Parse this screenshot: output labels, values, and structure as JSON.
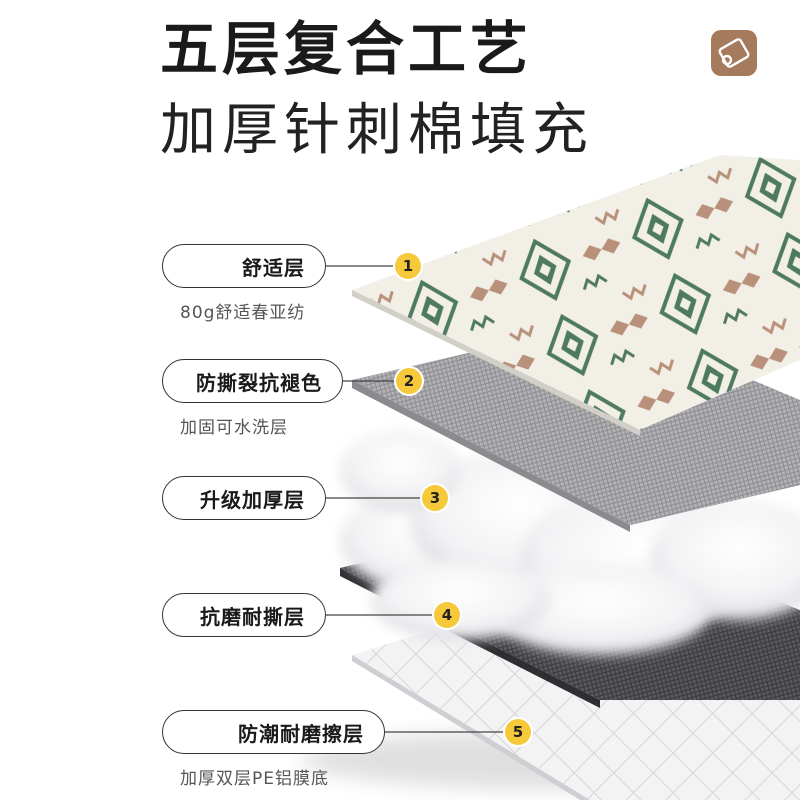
{
  "header": {
    "title": "五层复合工艺",
    "subtitle": "加厚针刺棉填充"
  },
  "icons": {
    "corner": "rolled-mat-icon"
  },
  "colors": {
    "badge": "#f5c93a",
    "icon_bg": "#a67a5c",
    "pattern_green": "#4f7a62",
    "pattern_tan": "#b9917a"
  },
  "layers": [
    {
      "num": "1",
      "label": "舒适层",
      "desc": "80g舒适春亚纺"
    },
    {
      "num": "2",
      "label": "防撕裂抗褪色",
      "desc": "加固可水洗层"
    },
    {
      "num": "3",
      "label": "升级加厚层",
      "desc": ""
    },
    {
      "num": "4",
      "label": "抗磨耐撕层",
      "desc": ""
    },
    {
      "num": "5",
      "label": "防潮耐磨擦层",
      "desc": "加厚双层PE铝膜底"
    }
  ]
}
